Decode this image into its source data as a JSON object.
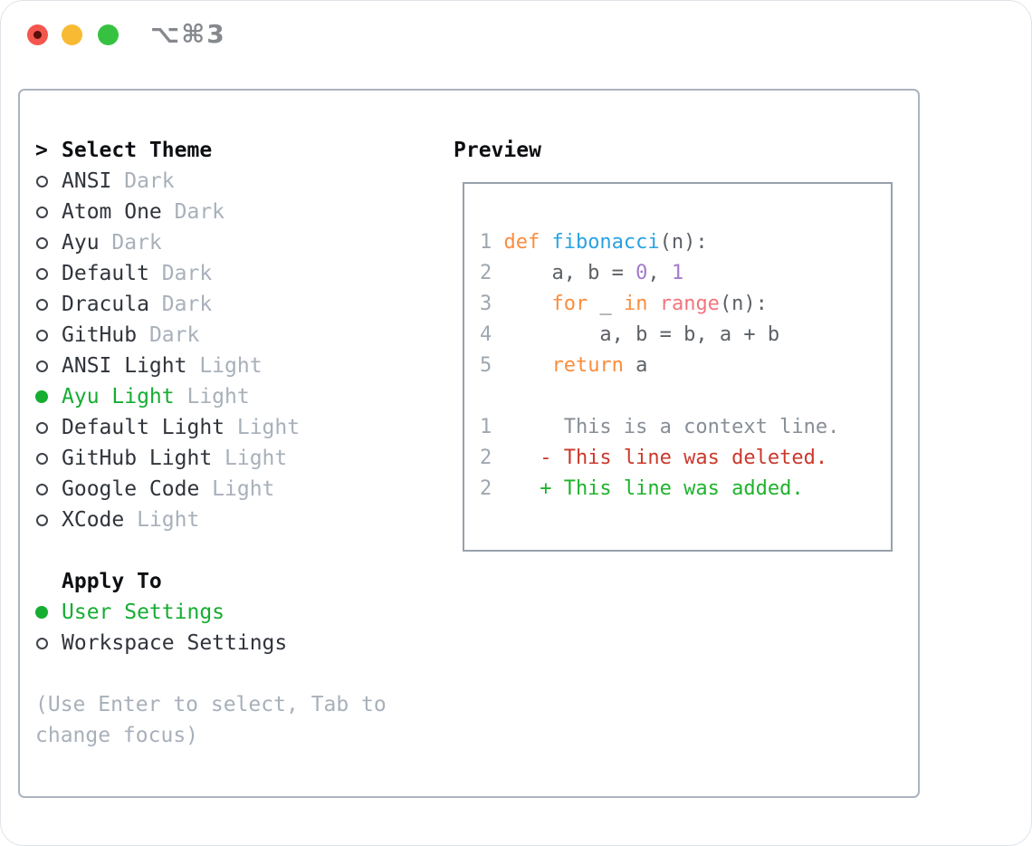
{
  "window": {
    "hotkey": "⌥⌘3"
  },
  "theme_picker": {
    "title_marker": ">",
    "title": "Select Theme",
    "items": [
      {
        "name": "ANSI",
        "variant": "Dark",
        "selected": false
      },
      {
        "name": "Atom One",
        "variant": "Dark",
        "selected": false
      },
      {
        "name": "Ayu",
        "variant": "Dark",
        "selected": false
      },
      {
        "name": "Default",
        "variant": "Dark",
        "selected": false
      },
      {
        "name": "Dracula",
        "variant": "Dark",
        "selected": false
      },
      {
        "name": "GitHub",
        "variant": "Dark",
        "selected": false
      },
      {
        "name": "ANSI Light",
        "variant": "Light",
        "selected": false
      },
      {
        "name": "Ayu Light",
        "variant": "Light",
        "selected": true
      },
      {
        "name": "Default Light",
        "variant": "Light",
        "selected": false
      },
      {
        "name": "GitHub Light",
        "variant": "Light",
        "selected": false
      },
      {
        "name": "Google Code",
        "variant": "Light",
        "selected": false
      },
      {
        "name": "XCode",
        "variant": "Light",
        "selected": false
      }
    ],
    "apply_to": {
      "title": "Apply To",
      "options": [
        {
          "label": "User Settings",
          "selected": true
        },
        {
          "label": "Workspace Settings",
          "selected": false
        }
      ]
    },
    "hint": "(Use Enter to select, Tab to change focus)"
  },
  "preview": {
    "title": "Preview",
    "code_lines": [
      {
        "num": "1",
        "tokens": [
          {
            "t": "def ",
            "c": "keyword"
          },
          {
            "t": "fibonacci",
            "c": "function"
          },
          {
            "t": "(n):",
            "c": "plain"
          }
        ]
      },
      {
        "num": "2",
        "tokens": [
          {
            "t": "    a, b = ",
            "c": "plain"
          },
          {
            "t": "0",
            "c": "number"
          },
          {
            "t": ", ",
            "c": "plain"
          },
          {
            "t": "1",
            "c": "number"
          }
        ]
      },
      {
        "num": "3",
        "tokens": [
          {
            "t": "    ",
            "c": "plain"
          },
          {
            "t": "for",
            "c": "keyword"
          },
          {
            "t": " _ ",
            "c": "plain"
          },
          {
            "t": "in",
            "c": "keyword"
          },
          {
            "t": " ",
            "c": "plain"
          },
          {
            "t": "range",
            "c": "builtin"
          },
          {
            "t": "(n):",
            "c": "plain"
          }
        ]
      },
      {
        "num": "4",
        "tokens": [
          {
            "t": "        a, b = b, a + b",
            "c": "plain"
          }
        ]
      },
      {
        "num": "5",
        "tokens": [
          {
            "t": "    ",
            "c": "plain"
          },
          {
            "t": "return",
            "c": "keyword"
          },
          {
            "t": " a",
            "c": "plain"
          }
        ]
      }
    ],
    "diff_lines": [
      {
        "num": "1",
        "tokens": [
          {
            "t": "     This is a context line.",
            "c": "context"
          }
        ]
      },
      {
        "num": "2",
        "tokens": [
          {
            "t": "   - This line was deleted.",
            "c": "deleted"
          }
        ]
      },
      {
        "num": "2",
        "tokens": [
          {
            "t": "   + This line was added.",
            "c": "added"
          }
        ]
      }
    ]
  },
  "colors": {
    "tl_red": "#f4564e",
    "tl_red_dot": "#5a100b",
    "tl_yellow": "#f8ba33",
    "tl_green": "#36c240",
    "hotkey": "#85888d",
    "panel_border": "#abb4be",
    "preview_border": "#98a1ab",
    "heading": "#0d0f12",
    "text": "#30343b",
    "item": "#30343b",
    "muted": "#a8b0ba",
    "radio_ring": "#3f434a",
    "green": "#16ad33",
    "linenum": "#9ea7b0",
    "plain": "#5c6166",
    "keyword": "#fa8d3e",
    "function": "#2aa2e2",
    "number": "#a37acc",
    "builtin": "#f2757d",
    "context": "#878e96",
    "deleted": "#cb382c",
    "added": "#1fb32c"
  }
}
